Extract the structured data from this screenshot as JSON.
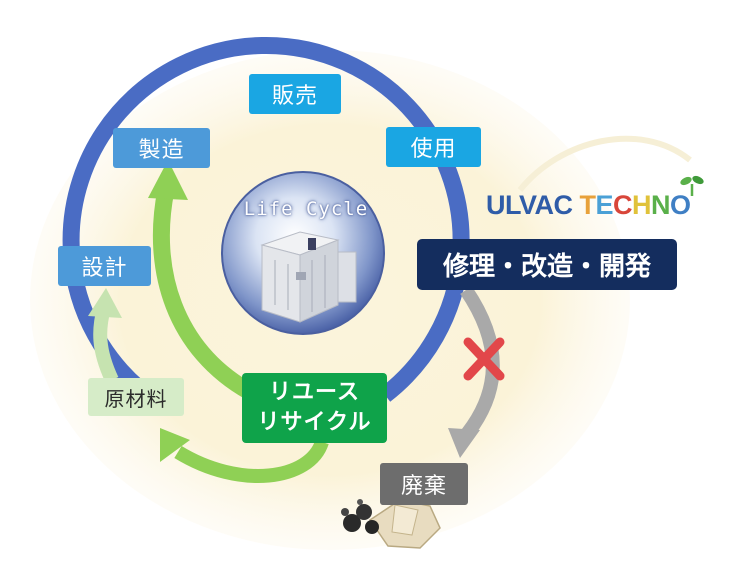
{
  "title": "Life Cycle",
  "logo": {
    "part1": "ULVAC ",
    "part2": [
      "T",
      "E",
      "C",
      "H",
      "N",
      "O"
    ]
  },
  "nodes": {
    "sales": "販売",
    "manufacturing": "製造",
    "usage": "使用",
    "design": "設計",
    "repair": "修理・改造・開発",
    "raw_materials": "原材料",
    "reuse": "リユース\nリサイクル",
    "disposal": "廃棄"
  },
  "colors": {
    "cycle_blue": "#4a6cc4",
    "box_light_blue": "#1aa6e3",
    "box_mid_blue": "#4d9ad9",
    "repair_navy": "#142d5e",
    "reuse_green": "#0fa34a",
    "arrow_green": "#8fd055",
    "arrow_pale_green": "#c6e3b0",
    "raw_box": "#d6ecc8",
    "disposal_gray": "#6d6d6d",
    "cross_red": "#e2474a"
  }
}
